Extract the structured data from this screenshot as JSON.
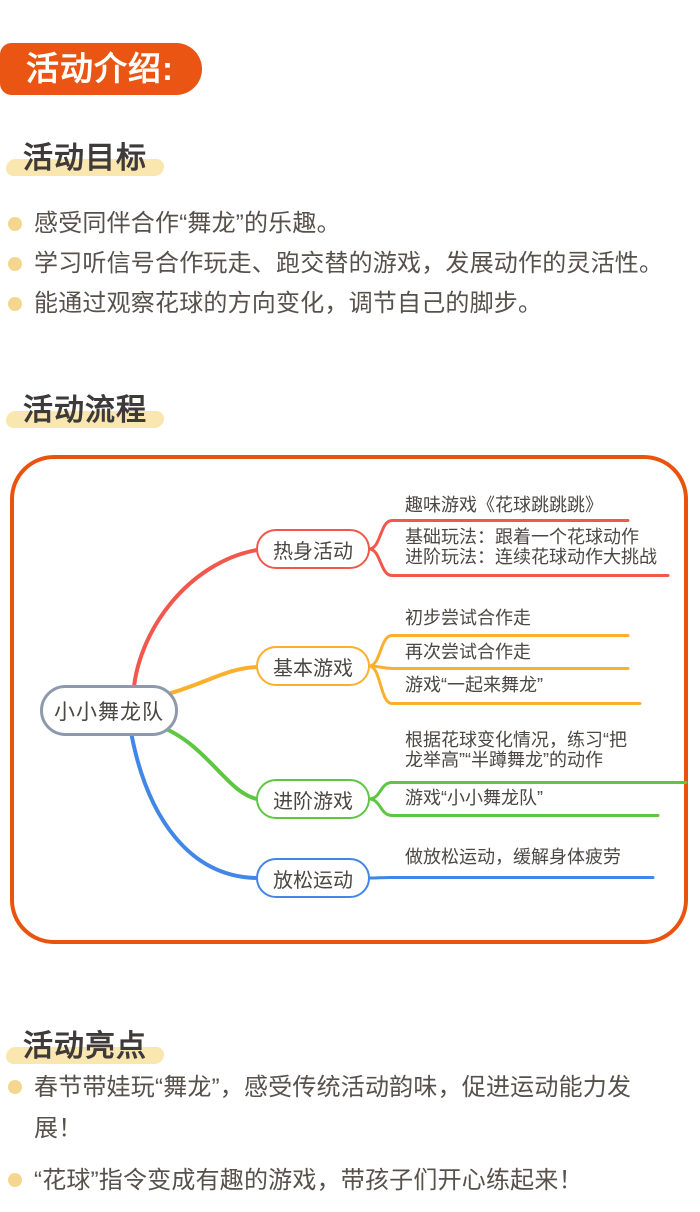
{
  "header": {
    "badge": "活动介绍:"
  },
  "goals": {
    "title": "活动目标",
    "bullets": [
      "感受同伴合作“舞龙”的乐趣。",
      "学习听信号合作玩走、跑交替的游戏，发展动作的灵活性。",
      "能通过观察花球的方向变化，调节自己的脚步。"
    ]
  },
  "flow": {
    "title": "活动流程"
  },
  "mindmap": {
    "root": "小小舞龙队",
    "branches": [
      {
        "label": "热身活动",
        "color": "#F2574C",
        "children": [
          {
            "lines": [
              "趣味游戏《花球跳跳跳》"
            ]
          },
          {
            "lines": [
              "基础玩法：跟着一个花球动作",
              "进阶玩法：连续花球动作大挑战"
            ]
          }
        ]
      },
      {
        "label": "基本游戏",
        "color": "#FBB02D",
        "children": [
          {
            "lines": [
              "初步尝试合作走"
            ]
          },
          {
            "lines": [
              "再次尝试合作走"
            ]
          },
          {
            "lines": [
              "游戏“一起来舞龙”"
            ]
          }
        ]
      },
      {
        "label": "进阶游戏",
        "color": "#5EC742",
        "children": [
          {
            "lines": [
              "根据花球变化情况，练习“把",
              "龙举高”“半蹲舞龙”的动作"
            ]
          },
          {
            "lines": [
              "游戏“小小舞龙队”"
            ]
          }
        ]
      },
      {
        "label": "放松运动",
        "color": "#4387E6",
        "children": [
          {
            "lines": [
              "做放松运动，缓解身体疲劳"
            ]
          }
        ]
      }
    ]
  },
  "highlights": {
    "title": "活动亮点",
    "bullets": [
      "春节带娃玩“舞龙”，感受传统活动韵味，促进运动能力发展！",
      "“花球”指令变成有趣的游戏，带孩子们开心练起来！"
    ]
  },
  "colors": {
    "badge_orange": "#EA5514",
    "container_border": "#E8540D",
    "title_highlight": "#FAE7B0",
    "bullet_dot": "#F5D68F",
    "branch_red": "#F2574C",
    "branch_yellow": "#FBB02D",
    "branch_green": "#5EC742",
    "branch_blue": "#4387E6",
    "root_border": "#8E9AAB",
    "title_text": "#3E3A39",
    "body_text": "#57514B"
  }
}
